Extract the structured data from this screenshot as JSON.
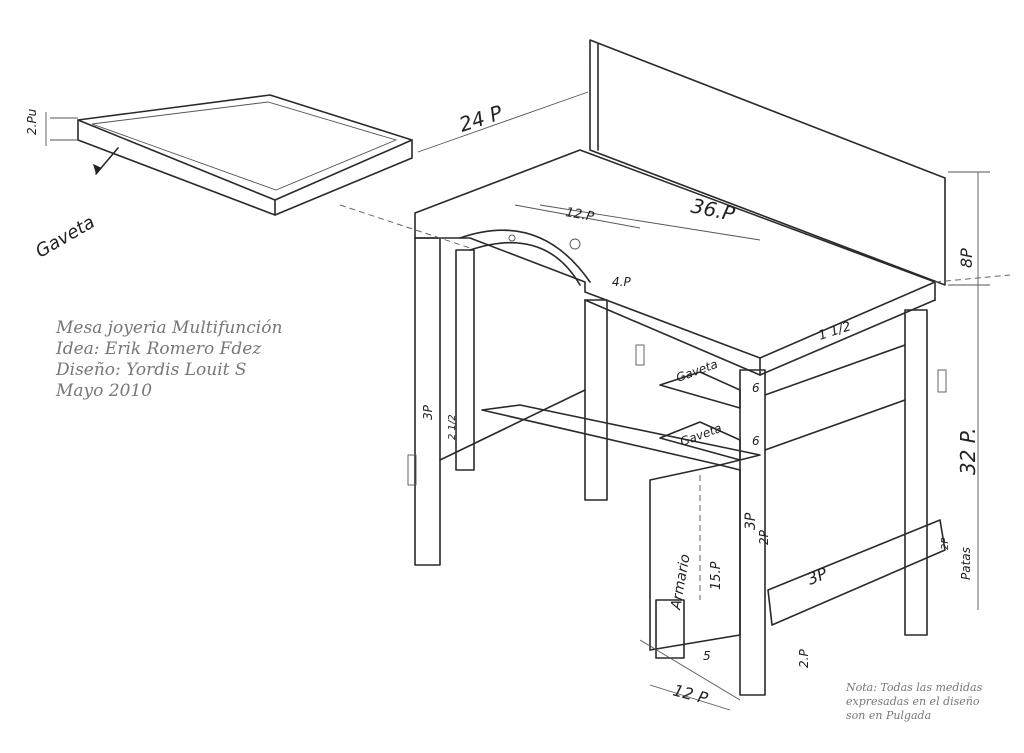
{
  "title_block": {
    "lines": [
      "Mesa joyeria Multifunción",
      "Idea: Erik Romero Fdez",
      "Diseño: Yordis Louit S",
      "Mayo 2010"
    ]
  },
  "note": {
    "lines": [
      "Nota: Todas las medidas",
      "expresadas en el diseño",
      "son en Pulgada"
    ]
  },
  "labels": {
    "drawer_height": "2.Pu",
    "drawer_name": "Gaveta",
    "depth": "24 P",
    "width": "36.P",
    "arc_width": "12.P",
    "arc_depth": "4.P",
    "backboard": "8P",
    "top_thickness": "1 1/2",
    "gaveta_1": "Gaveta",
    "gaveta_2": "Gaveta",
    "gaveta_h1": "6",
    "gaveta_h2": "6",
    "leg_left": "3P",
    "rail_left": "2 1/2",
    "height": "32 P.",
    "front_rail": "3P",
    "leg_width": "2P",
    "cabinet": "Armario",
    "cabinet_height": "15.P",
    "cabinet_side": "3P",
    "cabinet_foot": "5",
    "cabinet_width": "12 P",
    "foot_height": "2.P",
    "legs": "Patas",
    "leg_side": "2P"
  }
}
